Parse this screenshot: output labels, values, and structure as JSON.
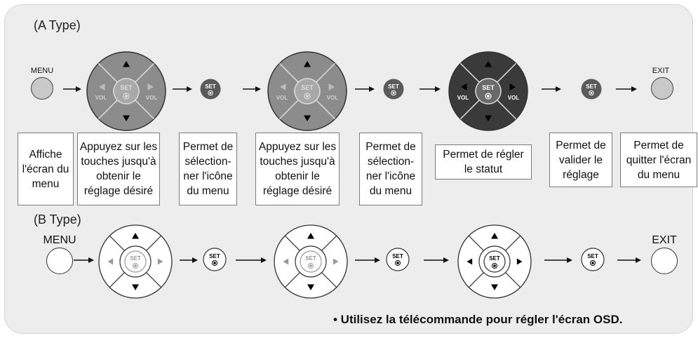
{
  "title_a": "(A Type)",
  "title_b": "(B Type)",
  "menu_label": "MENU",
  "exit_label": "EXIT",
  "set_label": "SET",
  "vol_label": "VOL",
  "descriptions": [
    "Affiche l'écran du menu",
    "Appuyez sur les touches jusqu'à obtenir le réglage désiré",
    "Permet de sélectionner l'icône du menu",
    "Appuyez sur les touches jusqu'à obtenir le réglage désiré",
    "Permet de sélection-ner l'icône du menu",
    "Permet de régler le statut",
    "Permet de valider le réglage",
    "Permet de quitter l'écran du menu"
  ],
  "desc_lines": [
    [
      "Affiche",
      "l'écran du",
      "menu"
    ],
    [
      "Appuyez sur les",
      "touches jusqu'à",
      "obtenir le",
      "réglage désiré"
    ],
    [
      "Permet de",
      "sélection-",
      "ner l'icône",
      "du menu"
    ],
    [
      "Appuyez sur les",
      "touches jusqu'à",
      "obtenir le",
      "réglage désiré"
    ],
    [
      "Permet de",
      "sélection-",
      "ner l'icône",
      "du menu"
    ],
    [
      "Permet de régler",
      "le statut"
    ],
    [
      "Permet de",
      "valider le",
      "réglage"
    ],
    [
      "Permet de",
      "quitter l'écran",
      "du menu"
    ]
  ],
  "footer_note": "• Utilisez la télécommande pour régler l'écran OSD.",
  "colors": {
    "panel": "#ededed",
    "pad_a": "#8a8a8a",
    "pad_a_dark": "#3c3c3c",
    "btn_gray": "#c9c9c9",
    "set_btn": "#5a5a5a"
  }
}
